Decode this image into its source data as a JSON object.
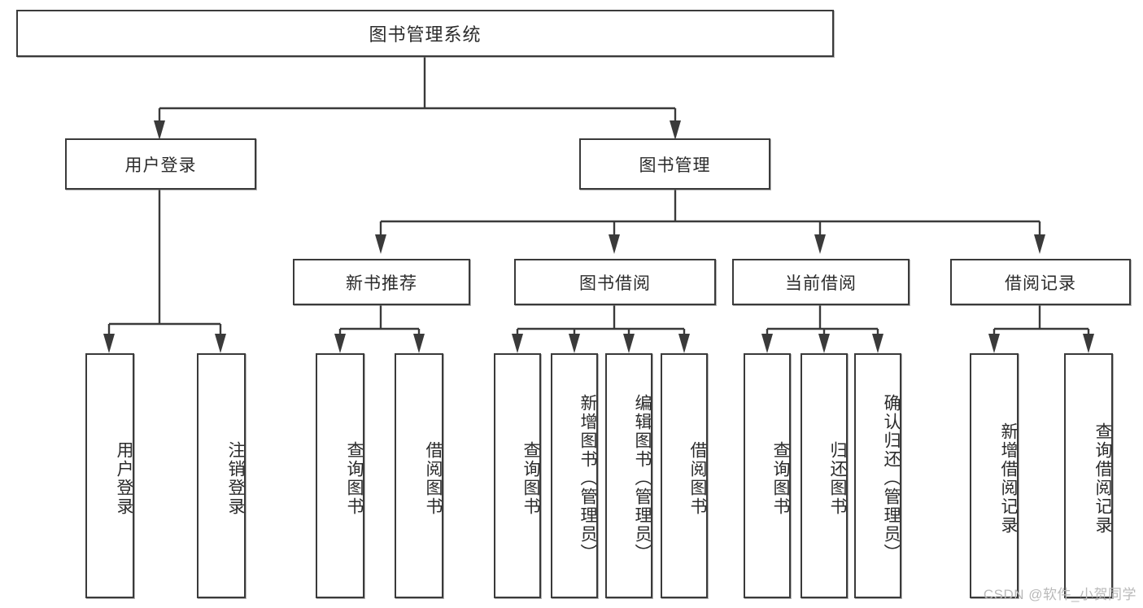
{
  "diagram": {
    "title": "图书管理系统",
    "type": "hierarchy-tree",
    "root": {
      "label": "图书管理系统"
    },
    "level2": [
      {
        "label": "用户登录"
      },
      {
        "label": "图书管理"
      }
    ],
    "level3": [
      {
        "label": "新书推荐"
      },
      {
        "label": "图书借阅"
      },
      {
        "label": "当前借阅"
      },
      {
        "label": "借阅记录"
      }
    ],
    "leaves": {
      "user_login": [
        {
          "label": "用户登录"
        },
        {
          "label": "注销登录"
        }
      ],
      "new_book_recommend": [
        {
          "label": "查询图书"
        },
        {
          "label": "借阅图书"
        }
      ],
      "book_borrow": [
        {
          "label": "查询图书"
        },
        {
          "label": "新增图书（管理员）"
        },
        {
          "label": "编辑图书（管理员）"
        },
        {
          "label": "借阅图书"
        }
      ],
      "current_borrow": [
        {
          "label": "查询图书"
        },
        {
          "label": "归还图书"
        },
        {
          "label": "确认归还（管理员）"
        }
      ],
      "borrow_record": [
        {
          "label": "新增借阅记录"
        },
        {
          "label": "查询借阅记录"
        }
      ]
    }
  },
  "watermark": {
    "text": "CSDN @软件_小贺同学"
  },
  "colors": {
    "border": "#3a3a3a",
    "text": "#2b2b2b",
    "background": "#ffffff",
    "watermark": "#b9b9b9"
  }
}
